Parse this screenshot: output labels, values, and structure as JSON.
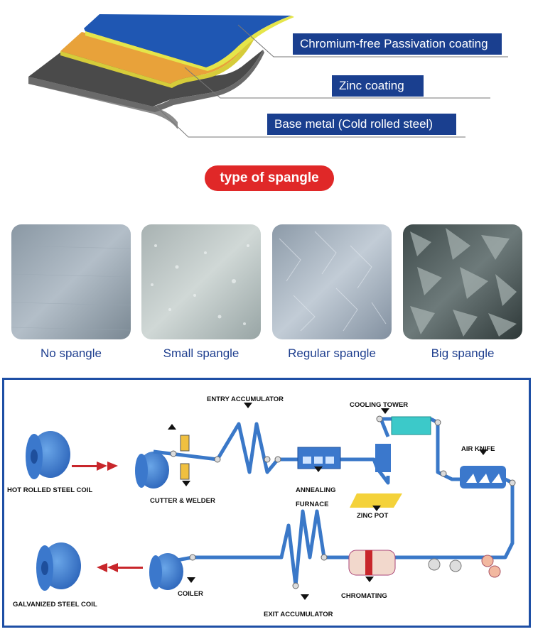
{
  "layers": {
    "passivation_label": "Chromium-free Passivation coating",
    "zinc_label": "Zinc coating",
    "base_label": "Base metal (Cold rolled steel)"
  },
  "spangle": {
    "title": "type of spangle",
    "items": [
      {
        "label": "No spangle"
      },
      {
        "label": "Small spangle"
      },
      {
        "label": "Regular spangle"
      },
      {
        "label": "Big spangle"
      }
    ]
  },
  "process": {
    "entry_accumulator": "ENTRY ACCUMULATOR",
    "cooling_tower": "COOLING TOWER",
    "hot_rolled_coil": "HOT ROLLED STEEL COIL",
    "cutter_welder": "CUTTER & WELDER",
    "annealing": "ANNEALING",
    "furnace": "FURNACE",
    "zinc_pot": "ZINC POT",
    "air_knife": "AIR KNIFE",
    "galvanized_coil": "GALVANIZED STEEL COIL",
    "coiler": "COILER",
    "chromating": "CHROMATING",
    "exit_accumulator": "EXIT ACCUMULATOR"
  },
  "colors": {
    "label_bg": "#1a3f8f",
    "pill_bg": "#e02828",
    "line_blue": "#3a78c8",
    "frame_blue": "#1e4fa5",
    "arrow_red": "#c8262b"
  }
}
